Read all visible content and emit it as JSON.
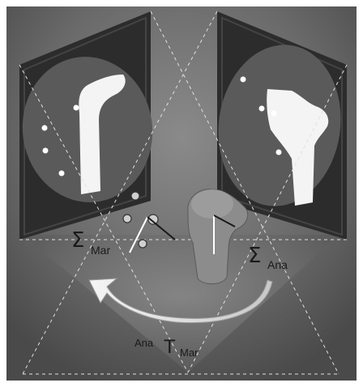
{
  "labels": {
    "sigma_mar_symbol": "Σ",
    "sigma_mar_subscript": "Mar",
    "sigma_ana_symbol": "Σ",
    "sigma_ana_subscript": "Ana",
    "transform_prefix": "Ana",
    "transform_symbol": "T",
    "transform_subscript": "Mar"
  },
  "colors": {
    "background": "#6a6a6a",
    "panel_dark": "#2c2c2c",
    "bone": "#f4f4f4",
    "arrow": "#f0f0f0",
    "dashed_lines": "#e0e0e0"
  },
  "marker_count_left_panel": 4,
  "marker_count_right_panel": 4,
  "marker_count_center": 4
}
